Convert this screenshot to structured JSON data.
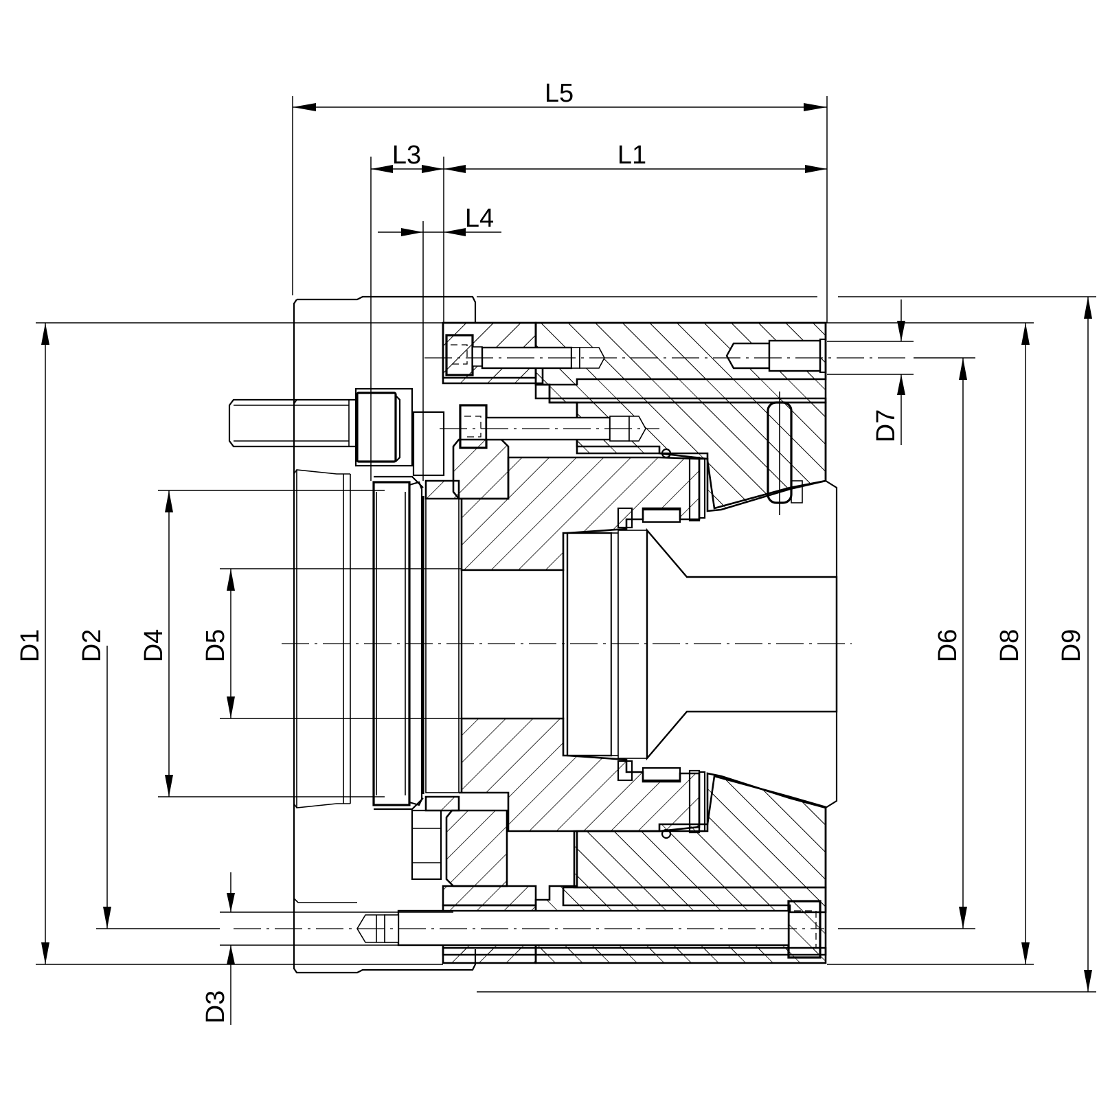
{
  "drawing": {
    "title": "Clamping device cross-section",
    "length_dimensions": [
      {
        "id": "L5",
        "label": "L5"
      },
      {
        "id": "L3",
        "label": "L3"
      },
      {
        "id": "L1",
        "label": "L1"
      },
      {
        "id": "L4",
        "label": "L4"
      }
    ],
    "diameter_dimensions": [
      {
        "id": "D1",
        "label": "D1"
      },
      {
        "id": "D2",
        "label": "D2"
      },
      {
        "id": "D3",
        "label": "D3"
      },
      {
        "id": "D4",
        "label": "D4"
      },
      {
        "id": "D5",
        "label": "D5"
      },
      {
        "id": "D6",
        "label": "D6"
      },
      {
        "id": "D7",
        "label": "D7"
      },
      {
        "id": "D8",
        "label": "D8"
      },
      {
        "id": "D9",
        "label": "D9"
      }
    ],
    "colors": {
      "line": "#000000",
      "background": "#ffffff"
    }
  }
}
